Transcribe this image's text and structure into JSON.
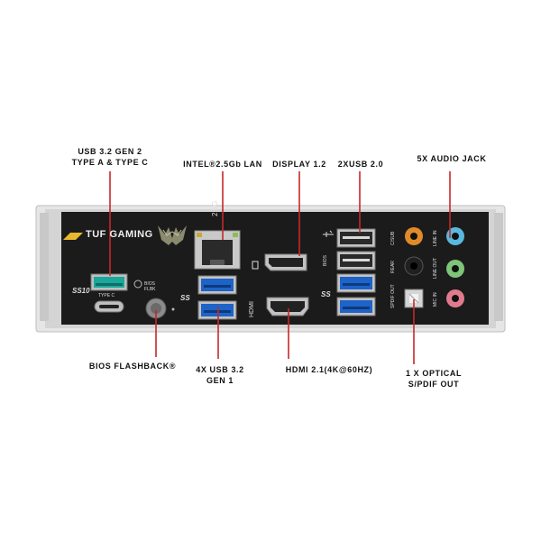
{
  "callouts": {
    "usb32_gen2": [
      "USB 3.2 GEN 2",
      "TYPE A & TYPE C"
    ],
    "lan": [
      "INTEL®2.5Gb LAN"
    ],
    "display": [
      "DISPLAY 1.2"
    ],
    "usb20": [
      "2XUSB 2.0"
    ],
    "audio": [
      "5X AUDIO JACK"
    ],
    "bios_flashback": [
      "BIOS FLASHBACK®"
    ],
    "usb32_gen1": [
      "4X USB 3.2",
      "GEN 1"
    ],
    "hdmi": [
      "HDMI 2.1(4K@60HZ)"
    ],
    "optical": [
      "1 X OPTICAL",
      "S/PDIF OUT"
    ]
  },
  "panel_text": {
    "brand": "TUF GAMING",
    "lan_speed": "2.5G",
    "type_c": "TYPE C",
    "ss10": "SS10",
    "ss_left": "SS",
    "ss_mid": "SS",
    "bios_btn": "BIOS FLBK",
    "hdmi": "HDMI",
    "bios_usb": "BIOS",
    "spdif": "SPDIF OUT",
    "audio_labels": [
      "C/SUB",
      "REAR",
      "LINE IN",
      "LINE OUT",
      "MIC IN"
    ]
  },
  "colors": {
    "accent_line": "#c62828",
    "panel": "#1b1b1b",
    "bracket": "#d8d8d8",
    "usb3_blue": "#1e63c8",
    "usb32_teal": "#1aa89a",
    "audio_orange": "#e08a2a",
    "audio_black": "#202020",
    "audio_blue": "#59b8de",
    "audio_green": "#7ec47a",
    "audio_pink": "#e07b8e",
    "brand_yellow": "#e8b830"
  }
}
